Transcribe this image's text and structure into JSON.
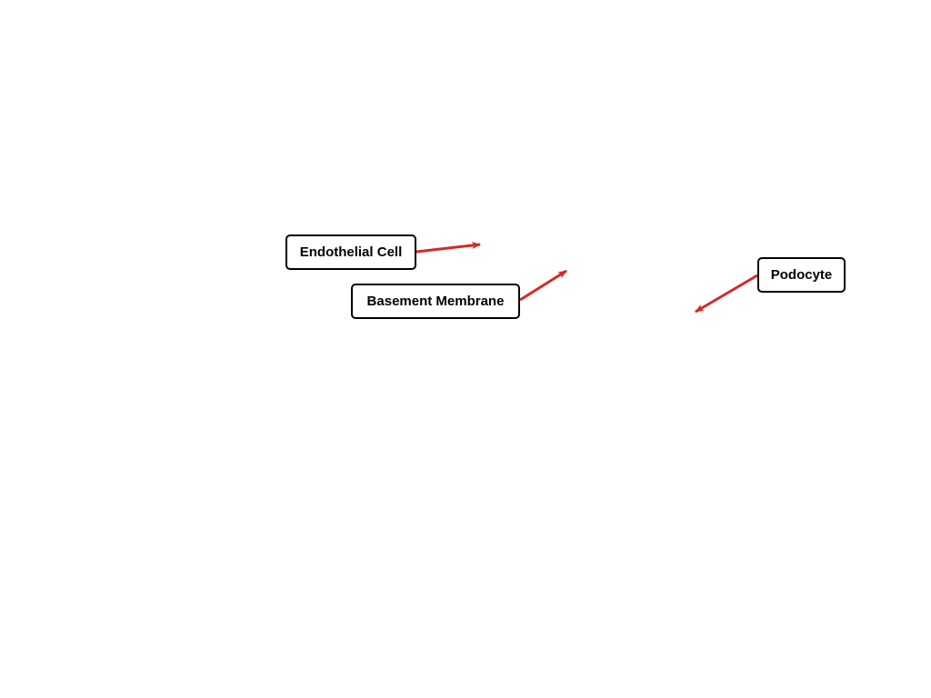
{
  "labels": {
    "endothelial_cell": "Endothelial Cell",
    "basement_membrane": "Basement Membrane",
    "podocyte": "Podocyte"
  },
  "colors": {
    "arrow": "#d22a26",
    "box_border": "#000000",
    "background": "#ffffff"
  }
}
